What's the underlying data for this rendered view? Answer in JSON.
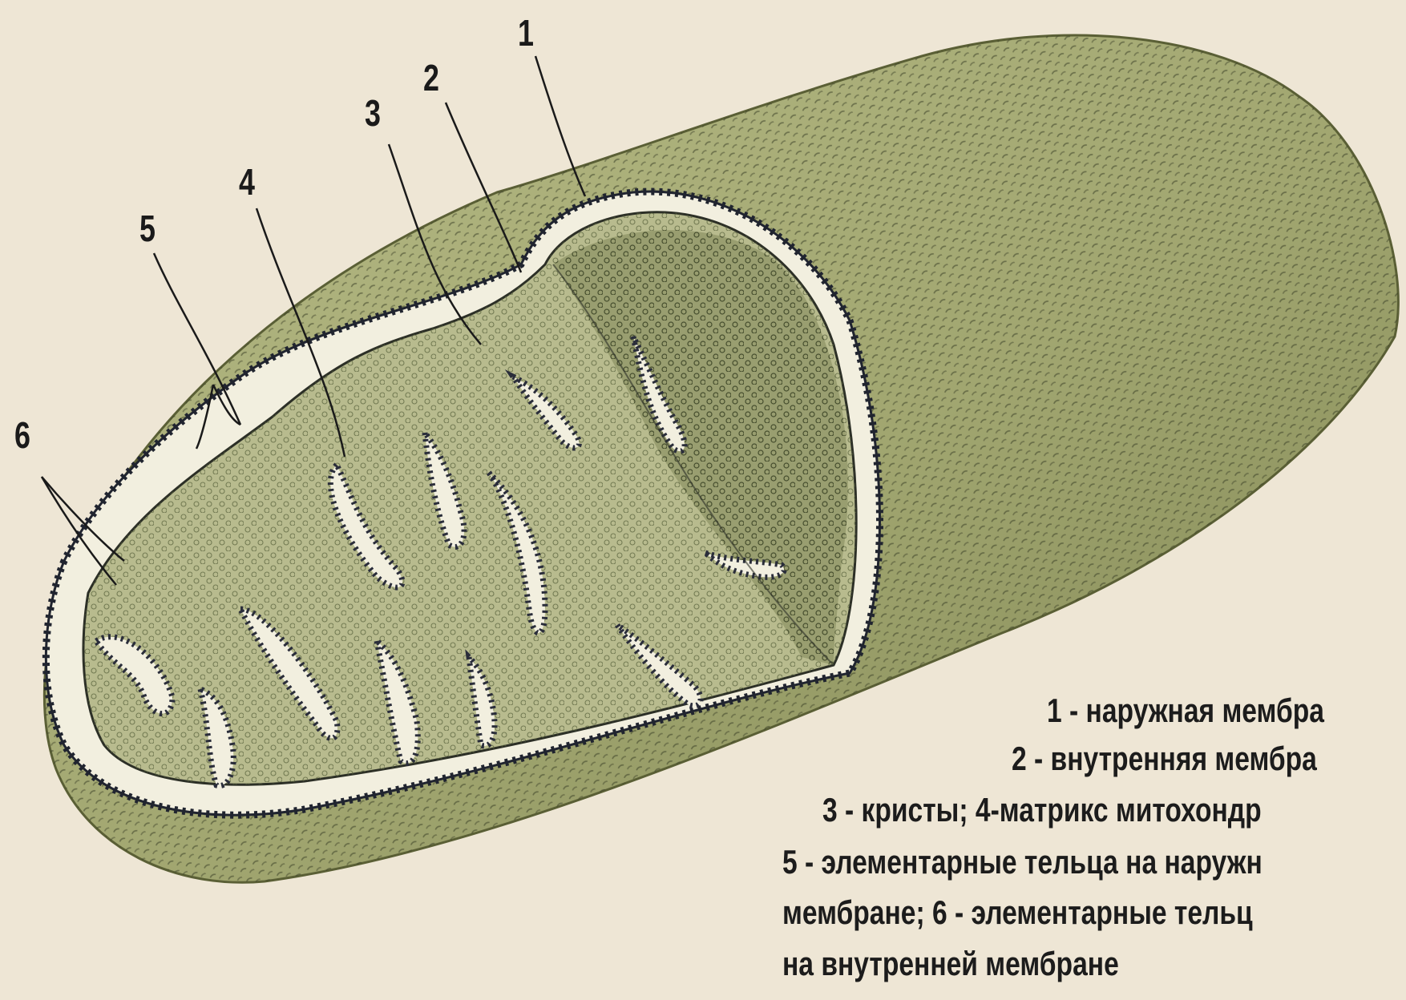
{
  "markers": [
    "1",
    "2",
    "3",
    "4",
    "5",
    "6"
  ],
  "legend": [
    "1 - наружная мембра",
    "2 - внутренняя мембра",
    "3 - кристы; 4-матрикс митохондр",
    "5 - элементарные тельца на наружн",
    "мембране;  6 - элементарные тельц",
    "на внутренней мембране"
  ],
  "colors": {
    "background": "#eee6d5",
    "outer_surface": "#a3a872",
    "inner_fill": "#b8bb8e",
    "matrix_dark": "#8f9466",
    "inter_membrane_space": "#f2efdf",
    "membrane_particles": "#2a2d3a",
    "text": "#1a1a1a"
  }
}
